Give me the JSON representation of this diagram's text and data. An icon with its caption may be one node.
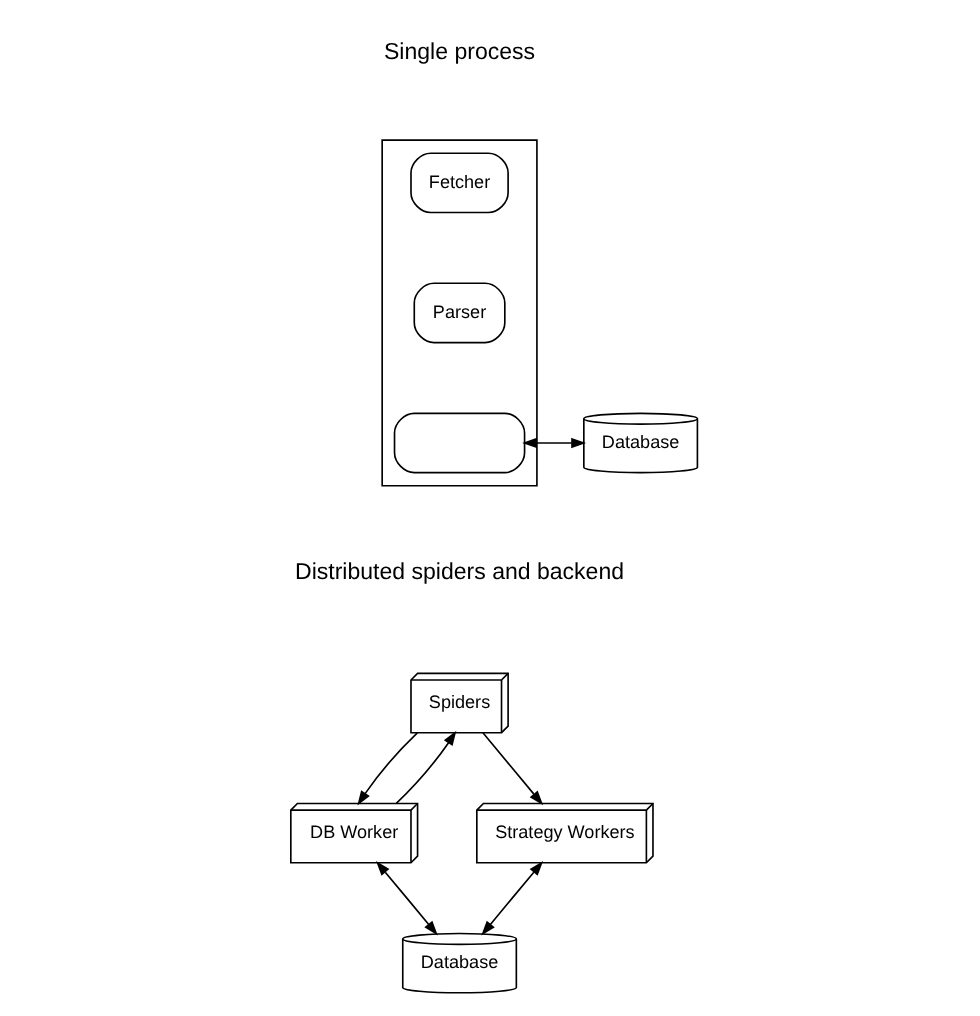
{
  "diagram": {
    "nodes": [
      {
        "text": [],
        "shape": "box"
      },
      {
        "text": [
          "Fetcher"
        ],
        "in": 0
      },
      {
        "text": [
          "Parser"
        ],
        "in": 0
      },
      {
        "text": [],
        "shape": "box",
        "in": 0
      },
      {
        "text": [
          "Database"
        ]
      },
      {
        "text": [
          "Spiders"
        ]
      },
      {
        "text": [
          "DB Worker"
        ]
      },
      {
        "text": [
          "Strategy Workers"
        ]
      },
      {
        "text": [
          "Database"
        ]
      }
    ],
    "edges": [
      {
        "from": 3,
        "to": 4,
        "arrow": "both"
      },
      {
        "from": 6,
        "to": 5,
        "arrow": "to"
      },
      {
        "from": 5,
        "to": 6,
        "arrow": "to"
      },
      {
        "from": 5,
        "to": 7,
        "arrow": "to"
      },
      {
        "from": 6,
        "to": 8,
        "arrow": "both"
      },
      {
        "from": 7,
        "to": 8,
        "arrow": "both"
      }
    ],
    "labels": [
      "Single process",
      "Distributed spiders and backend"
    ]
  }
}
